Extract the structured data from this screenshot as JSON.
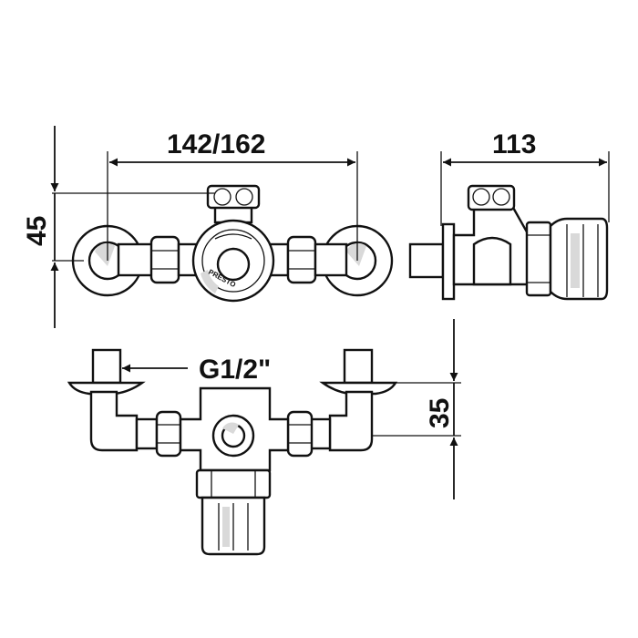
{
  "dimensions": {
    "width_label": "142/162",
    "depth_label": "113",
    "height_label": "45",
    "offset_label": "35",
    "thread_label": "G1/2\""
  },
  "marking": {
    "brand_text": "PRESTO"
  },
  "colors": {
    "line": "#111111",
    "shade": "#d9d9d9",
    "background": "#ffffff"
  }
}
